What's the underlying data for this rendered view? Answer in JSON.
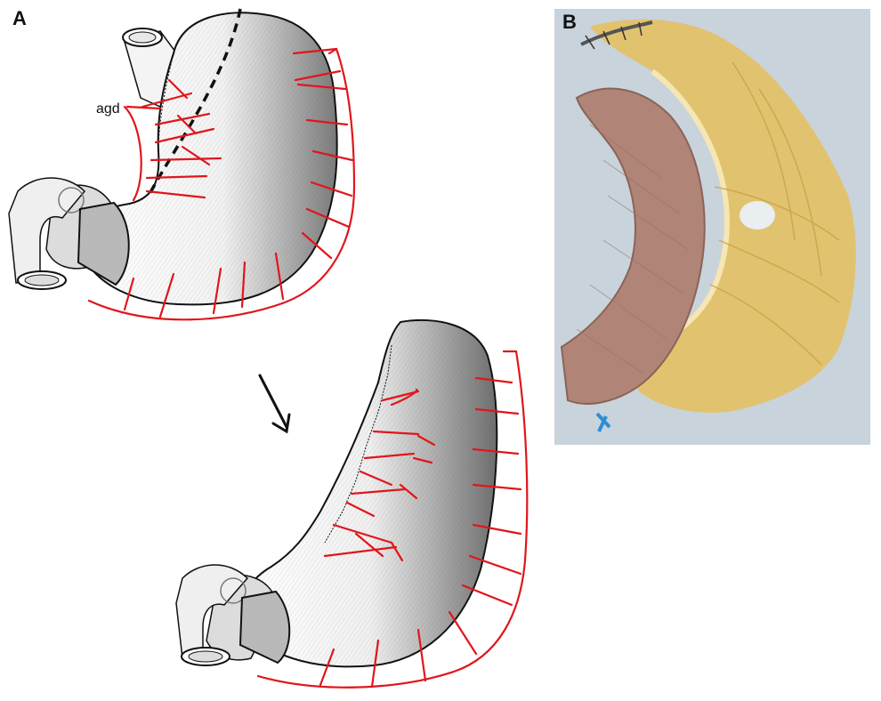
{
  "panels": {
    "a": {
      "label": "A",
      "annotation": "agd"
    },
    "b": {
      "label": "B"
    }
  },
  "colors": {
    "vessel": "#e0161b",
    "outline": "#111111",
    "photo_background": "#c9d3dc",
    "tissue": "#b08476",
    "fat": "#e3c168"
  }
}
